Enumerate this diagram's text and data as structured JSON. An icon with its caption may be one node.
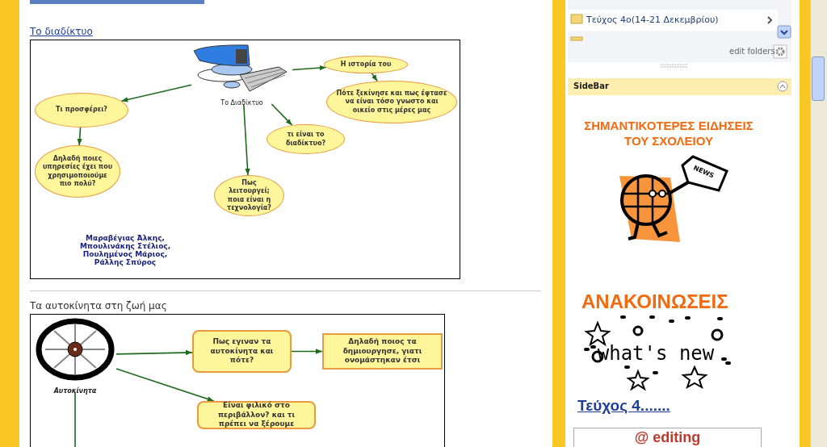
{
  "diagram": {
    "nodes": [
      {
        "text": [
          "Το Διαδίκτυο"
        ]
      },
      {
        "text": [
          "Η ιστορία του"
        ]
      },
      {
        "text": [
          "Πότε ξεκίνησε και πως έφτασε να είναι τόσο γνωστο και οικείο στις μέρες μας"
        ]
      },
      {
        "text": [
          "Τι προσφέρει?"
        ]
      },
      {
        "text": [
          "Δηλαδή ποιες υπηρεσίες έχει που χρησιμοποιούμε πιο πολύ?"
        ]
      },
      {
        "text": [
          "τι είναι το διαδίκτυο?"
        ]
      },
      {
        "text": [
          "Πως λειτουργεί; ποια είναι η τεχνολογία?"
        ]
      },
      {
        "text": [
          "Αυτοκίνητα"
        ]
      },
      {
        "text": [
          "Πως εγιναν τα αυτοκίνητα και πότε?"
        ]
      },
      {
        "text": [
          "Δηλαδή ποιος τα δημιουργησε, γιατι ονομάστηκαν έτσι"
        ]
      },
      {
        "text": [
          "Είναι φιλικό στο περιβάλλον? και τι πρέπει να ξέρουμε"
        ]
      }
    ],
    "edges": [
      {
        "from": 0,
        "to": 1,
        "arrow": "to"
      },
      {
        "from": 1,
        "to": 2,
        "arrow": "to"
      },
      {
        "from": 0,
        "to": 3,
        "arrow": "to"
      },
      {
        "from": 3,
        "to": 4,
        "arrow": "to"
      },
      {
        "from": 0,
        "to": 5,
        "arrow": "to"
      },
      {
        "from": 0,
        "to": 6,
        "arrow": "to"
      },
      {
        "from": 7,
        "to": 8,
        "arrow": "to"
      },
      {
        "from": 8,
        "to": 9,
        "arrow": "to"
      },
      {
        "from": 7,
        "to": 10,
        "arrow": "to"
      },
      {
        "from": 7,
        "to": null,
        "arrow": "none"
      }
    ],
    "labels": [
      "Το διαδίκτυο",
      "Μαραβέγιας Άλκης, Μπουλινάκης Στέλιος, Πουλημένος Μάριος, Ράλλης Σπύρος",
      "Τα αυτοκίνητα στη ζωή μας",
      "Τεύχος 4ο(14-21 Δεκεμβρίου)",
      "edit folders",
      "SideBar",
      "ΣΗΜΑΝΤΙΚΟΤΕΡΕΣ ΕΙΔΗΣΕΙΣ ΤΟΥ ΣΧΟΛΕΙΟΥ",
      "NEWS",
      "ΑΝΑΚΟΙΝΩΣΕΙΣ",
      "what's new",
      "Τεύχος 4.......",
      "@ editing"
    ]
  }
}
